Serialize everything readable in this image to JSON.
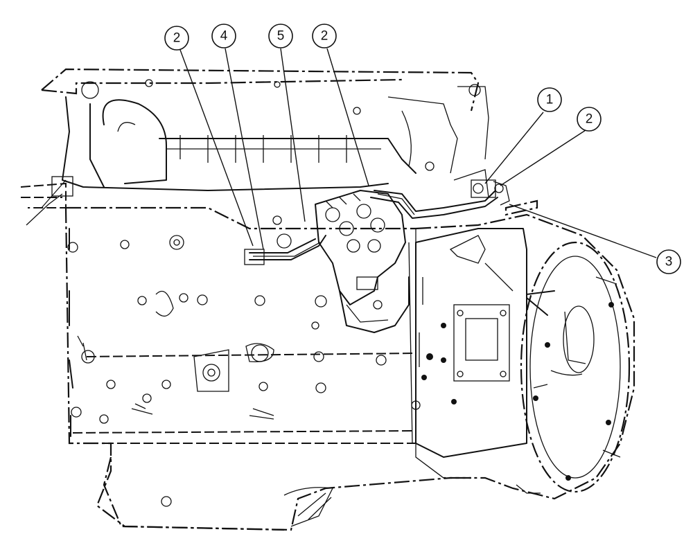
{
  "callouts": [
    {
      "id": "c1",
      "label": "2"
    },
    {
      "id": "c2",
      "label": "4"
    },
    {
      "id": "c3",
      "label": "5"
    },
    {
      "id": "c4",
      "label": "2"
    },
    {
      "id": "c5",
      "label": "1"
    },
    {
      "id": "c6",
      "label": "2"
    },
    {
      "id": "c7",
      "label": "3"
    }
  ]
}
